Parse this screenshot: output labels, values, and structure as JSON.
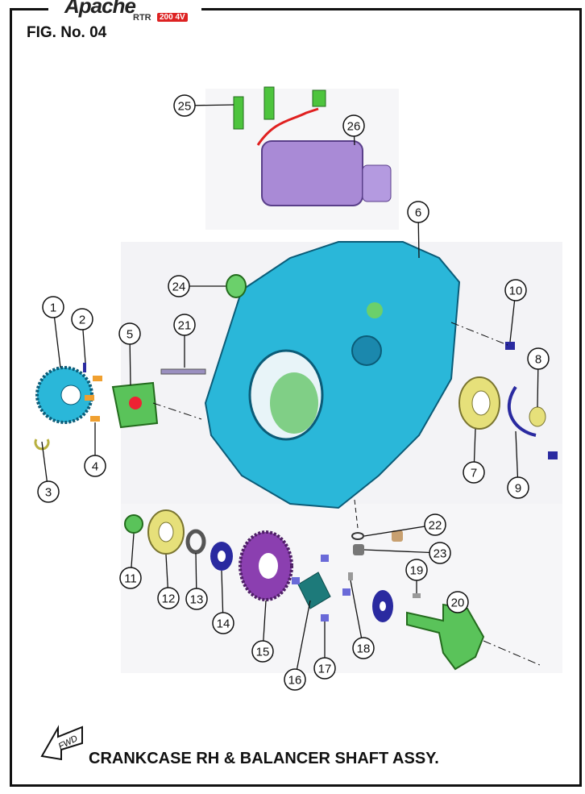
{
  "logo": {
    "script": "Apache",
    "model": "RTR",
    "badge": "200 4V"
  },
  "figure_label": "FIG. No. 04",
  "title": "CRANKCASE RH & BALANCER SHAFT ASSY.",
  "fwd_label": "FWD",
  "callouts": [
    "1",
    "2",
    "3",
    "4",
    "5",
    "6",
    "7",
    "8",
    "9",
    "10",
    "11",
    "12",
    "13",
    "14",
    "15",
    "16",
    "17",
    "18",
    "19",
    "20",
    "21",
    "22",
    "23",
    "24",
    "25",
    "26"
  ],
  "colors": {
    "crankcase": "#2ab7d9",
    "starter": "#a98ad6",
    "gear": "#8b3fb0",
    "green": "#4dc43d",
    "bearing": "#e6e07a",
    "washer": "#2a2aa0"
  }
}
